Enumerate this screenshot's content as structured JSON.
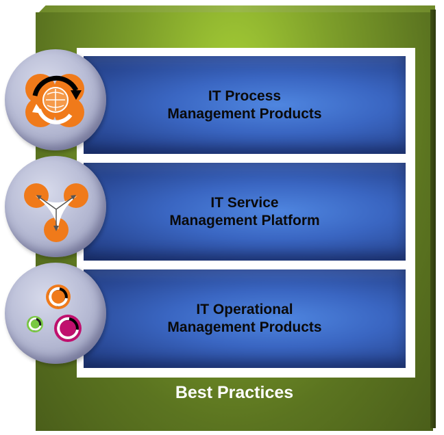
{
  "layers": [
    {
      "line1": "IT Process",
      "line2": "Management Products",
      "icon": "process-cycle-icon"
    },
    {
      "line1": "IT Service",
      "line2": "Management Platform",
      "icon": "service-triad-icon"
    },
    {
      "line1": "IT Operational",
      "line2": "Management Products",
      "icon": "operations-cycles-icon"
    }
  ],
  "footer": "Best Practices",
  "colors": {
    "box_green": "#7e9f2a",
    "panel_blue": "#3a66c2",
    "circle_lavender": "#b9bdd6",
    "orange": "#f07a1a",
    "magenta": "#c0106e",
    "lime": "#7ac943"
  }
}
